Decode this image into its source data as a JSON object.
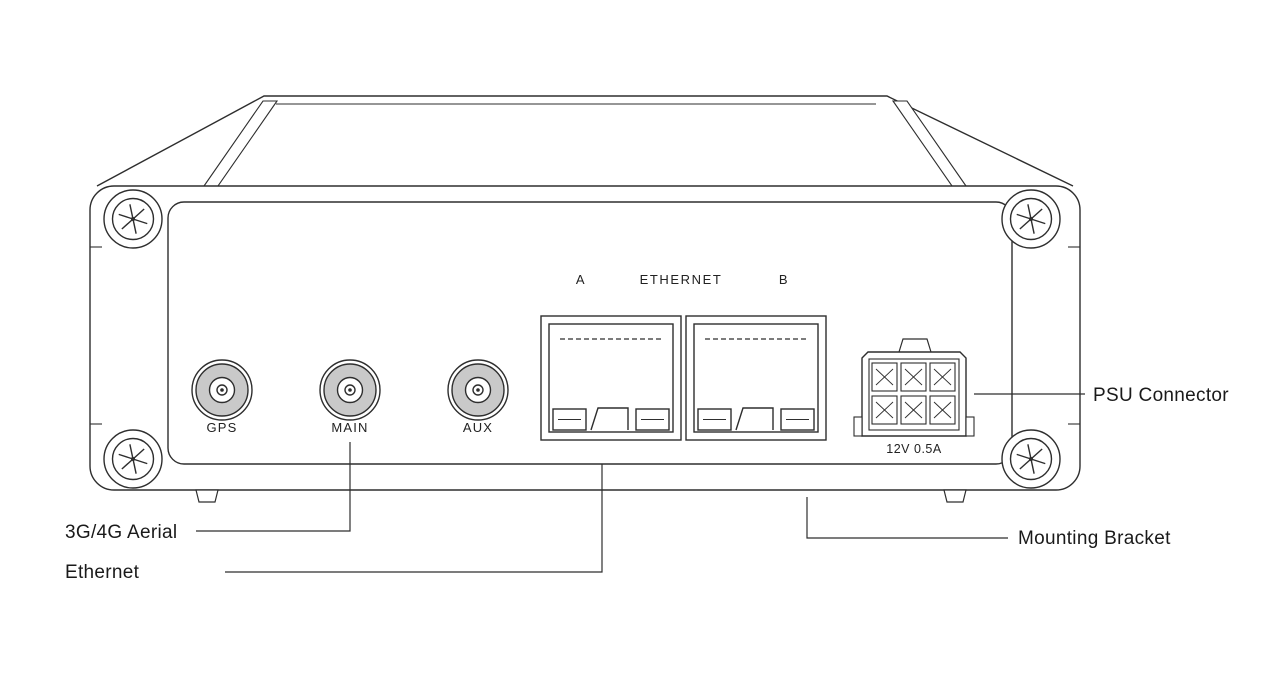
{
  "diagram": {
    "device": {
      "ethernet": {
        "port_a": "A",
        "title": "ETHERNET",
        "port_b": "B"
      },
      "antennas": {
        "gps": "GPS",
        "main": "MAIN",
        "aux": "AUX"
      },
      "psu": {
        "rating": "12V 0.5A"
      }
    },
    "callouts": {
      "psu": "PSU Connector",
      "aerial": "3G/4G Aerial",
      "ethernet": "Ethernet",
      "mounting": "Mounting Bracket"
    },
    "colors": {
      "line": "#2e2e2e",
      "text": "#1a1a1a",
      "metal": "#c9c9c9",
      "background": "#ffffff"
    }
  }
}
